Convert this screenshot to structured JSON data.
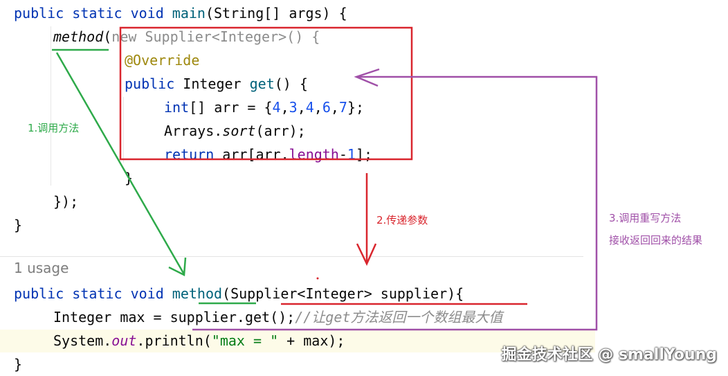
{
  "code_top": [
    [
      "public static void ",
      "main",
      "(String[] args) {"
    ],
    [
      "method",
      "(",
      "new Supplier<Integer>() {"
    ],
    [
      "@Override"
    ],
    [
      "public ",
      "Integer ",
      "get",
      "() {"
    ],
    [
      "int",
      "[] arr = {",
      "4",
      ",",
      "3",
      ",",
      "4",
      ",",
      "6",
      ",",
      "7",
      "};"
    ],
    [
      "Arrays.",
      "sort",
      "(arr);"
    ],
    [
      "return ",
      "arr[arr.",
      "length",
      "-",
      "1",
      "];"
    ],
    [
      "}"
    ],
    [
      "});"
    ],
    [
      "}"
    ]
  ],
  "usage_hint": "1 usage",
  "code_bottom": [
    [
      "public static void ",
      "method",
      "(Supplier<Integer> supplier){"
    ],
    [
      "Integer max = supplier.get();",
      "//让get方法返回一个数组最大值"
    ],
    [
      "System.",
      "out",
      ".println(",
      "\"max = \"",
      " + max);"
    ],
    [
      "}"
    ]
  ],
  "annotations": {
    "step1": "1.调用方法",
    "step2": "2.传递参数",
    "step3_line1": "3.调用重写方法",
    "step3_line2": "接收返回回来的结果"
  },
  "watermark": "掘金技术社区 @ smallYoung",
  "colors": {
    "keyword": "#0033b3",
    "method": "#00627a",
    "annotation": "#9e880d",
    "number": "#1750eb",
    "field": "#871094",
    "string": "#067d17",
    "green_arrow": "#2eaa4a",
    "red_box": "#d9262e",
    "purple_arrow": "#a050a8"
  }
}
